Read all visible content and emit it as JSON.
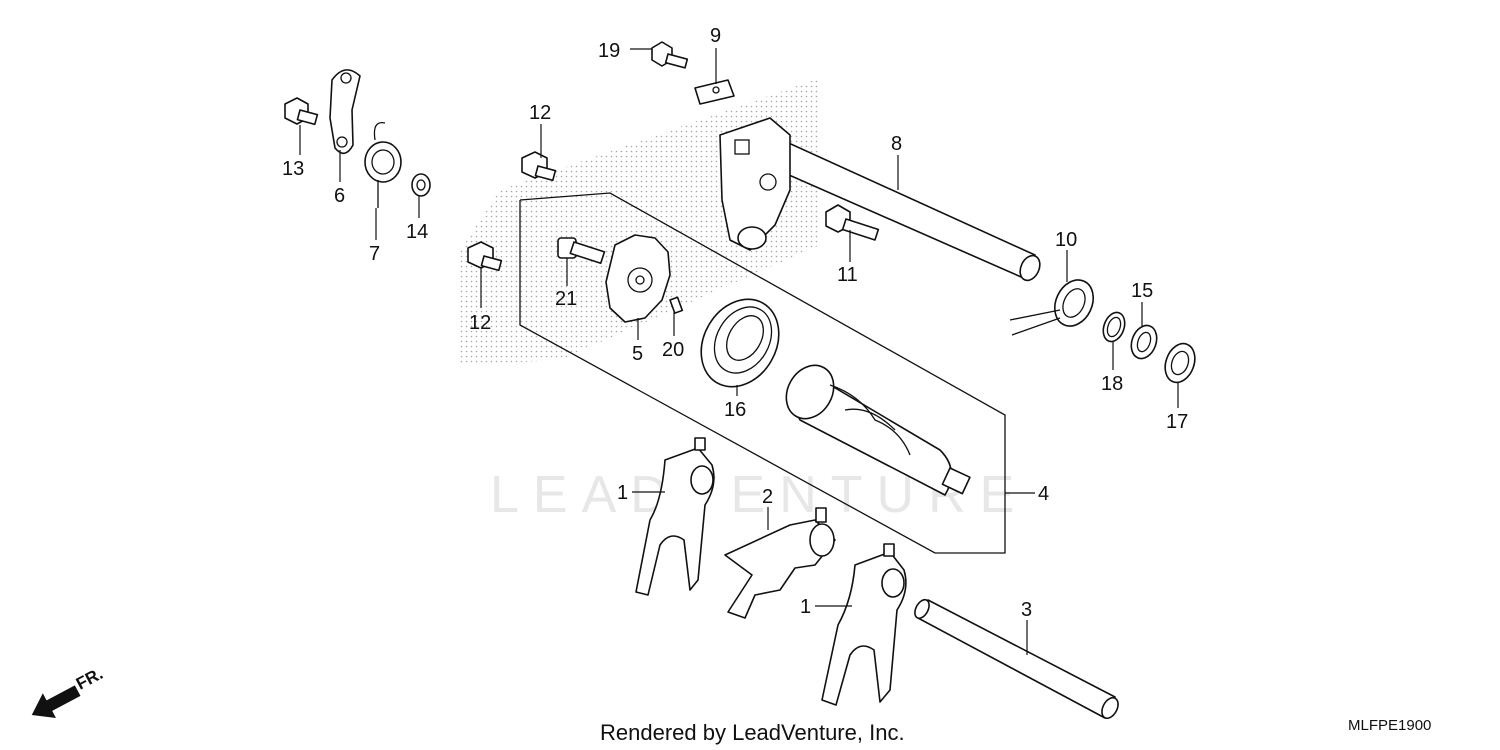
{
  "diagram": {
    "watermark": "LEADVENTURE",
    "credit": "Rendered by LeadVenture, Inc.",
    "code": "MLFPE1900",
    "front_marker": "FR.",
    "callouts": {
      "c1a": "1",
      "c1b": "1",
      "c2": "2",
      "c3": "3",
      "c4": "4",
      "c5": "5",
      "c6": "6",
      "c7": "7",
      "c8": "8",
      "c9": "9",
      "c10": "10",
      "c11": "11",
      "c12a": "12",
      "c12b": "12",
      "c13": "13",
      "c14": "14",
      "c15": "15",
      "c16": "16",
      "c17": "17",
      "c18": "18",
      "c19": "19",
      "c20": "20",
      "c21": "21"
    }
  },
  "icons": {
    "front_arrow": "arrow-down-left-icon"
  }
}
